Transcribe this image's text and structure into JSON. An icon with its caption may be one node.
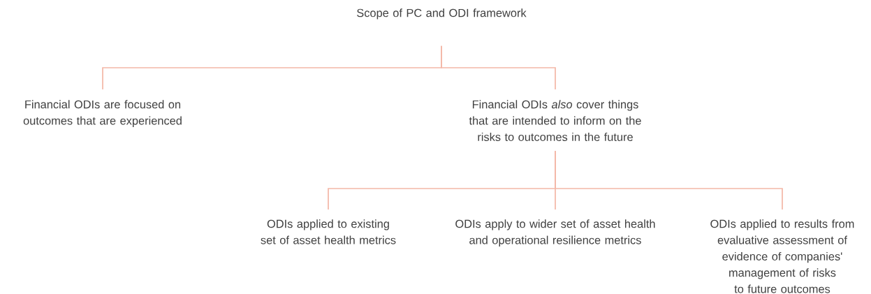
{
  "diagram": {
    "nodes": [
      {
        "text": [
          "Scope of PC and ODI framework"
        ]
      },
      {
        "text": [
          "Financial ODIs are focused on outcomes that are experienced"
        ]
      },
      {
        "text": [
          "Financial ODIs *also* cover things that are intended to inform on the risks to outcomes in the future"
        ]
      },
      {
        "text": [
          "ODIs applied to existing set of asset health metrics"
        ]
      },
      {
        "text": [
          "ODIs apply to wider set of asset health and operational resilience metrics"
        ]
      },
      {
        "text": [
          "ODIs applied to results from evaluative assessment of evidence of companies' management of risks to future outcomes"
        ]
      }
    ],
    "edges": [
      {
        "from": 0,
        "to": 1,
        "arrow": "none"
      },
      {
        "from": 0,
        "to": 2,
        "arrow": "none"
      },
      {
        "from": 2,
        "to": 3,
        "arrow": "none"
      },
      {
        "from": 2,
        "to": 4,
        "arrow": "none"
      },
      {
        "from": 2,
        "to": 5,
        "arrow": "none"
      }
    ]
  }
}
